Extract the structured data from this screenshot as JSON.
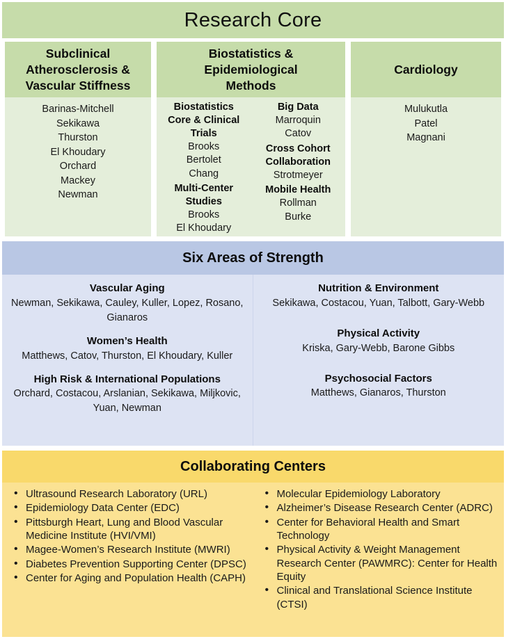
{
  "research_core": {
    "title": "Research Core",
    "columns": [
      {
        "header": "Subclinical Atherosclerosis & Vascular Stiffness",
        "header_lines": [
          "Subclinical",
          "Atherosclerosis &",
          "Vascular Stiffness"
        ],
        "names": [
          "Barinas-Mitchell",
          "Sekikawa",
          "Thurston",
          "El Khoudary",
          "Orchard",
          "Mackey",
          "Newman"
        ]
      },
      {
        "header": "Biostatistics & Epidemiological Methods",
        "header_lines": [
          "Biostatistics &",
          "Epidemiological",
          "Methods"
        ],
        "sub_columns": [
          {
            "groups": [
              {
                "title": "Biostatistics Core & Clinical Trials",
                "title_lines": [
                  "Biostatistics",
                  "Core & Clinical",
                  "Trials"
                ],
                "names": [
                  "Brooks",
                  "Bertolet",
                  "Chang"
                ]
              },
              {
                "title": "Multi-Center Studies",
                "title_lines": [
                  "Multi-Center",
                  "Studies"
                ],
                "names": [
                  "Brooks",
                  "El Khoudary"
                ]
              }
            ]
          },
          {
            "groups": [
              {
                "title": "Big Data",
                "title_lines": [
                  "Big Data"
                ],
                "names": [
                  "Marroquin",
                  "Catov"
                ]
              },
              {
                "title": "Cross Cohort Collaboration",
                "title_lines": [
                  "Cross Cohort",
                  "Collaboration"
                ],
                "names": [
                  "Strotmeyer"
                ]
              },
              {
                "title": "Mobile Health",
                "title_lines": [
                  "Mobile Health"
                ],
                "names": [
                  "Rollman",
                  "Burke"
                ]
              }
            ]
          }
        ]
      },
      {
        "header": "Cardiology",
        "header_lines": [
          "Cardiology"
        ],
        "names": [
          "Mulukutla",
          "Patel",
          "Magnani"
        ]
      }
    ]
  },
  "six_areas": {
    "title": "Six Areas of Strength",
    "left_areas": [
      {
        "title": "Vascular Aging",
        "names": "Newman, Sekikawa, Cauley, Kuller, Lopez, Rosano, Gianaros"
      },
      {
        "title": "Women’s Health",
        "names": "Matthews, Catov, Thurston, El Khoudary, Kuller"
      },
      {
        "title": "High Risk & International Populations",
        "names": "Orchard, Costacou, Arslanian, Sekikawa, Miljkovic, Yuan, Newman"
      }
    ],
    "right_areas": [
      {
        "title": "Nutrition & Environment",
        "names": "Sekikawa, Costacou, Yuan, Talbott, Gary-Webb"
      },
      {
        "title": "Physical Activity",
        "names": "Kriska, Gary-Webb, Barone Gibbs"
      },
      {
        "title": "Psychosocial Factors",
        "names": "Matthews, Gianaros, Thurston"
      }
    ]
  },
  "collaborating_centers": {
    "title": "Collaborating Centers",
    "left_items": [
      "Ultrasound Research Laboratory (URL)",
      "Epidemiology Data Center (EDC)",
      "Pittsburgh Heart, Lung and Blood Vascular Medicine Institute (HVI/VMI)",
      "Magee-Women’s Research Institute (MWRI)",
      "Diabetes Prevention Supporting Center (DPSC)",
      "Center for Aging and Population Health (CAPH)"
    ],
    "right_items": [
      "Molecular Epidemiology Laboratory",
      "Alzheimer’s Disease Research Center (ADRC)",
      "Center for Behavioral Health and Smart Technology",
      "Physical Activity & Weight Management Research Center (PAWMRC): Center for Health Equity",
      "Clinical and Translational Science Institute (CTSI)"
    ]
  },
  "colors": {
    "green_header": "#c6dcaa",
    "green_body": "#e4eeda",
    "blue_header": "#b9c7e4",
    "blue_body": "#dde3f3",
    "yellow_header": "#f9d96b",
    "yellow_body": "#fbe293"
  }
}
